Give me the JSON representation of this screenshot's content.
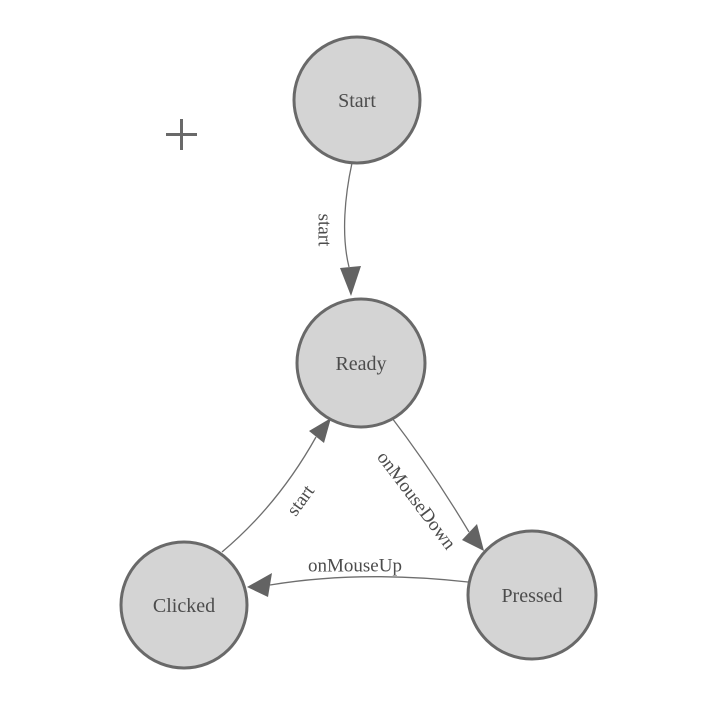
{
  "diagram": {
    "type": "state-machine",
    "colors": {
      "background": "#ffffff",
      "node_fill": "#d4d4d4",
      "node_stroke": "#696969",
      "edge_stroke": "#6e6e6e",
      "arrow_fill": "#636363",
      "label_color": "#4c4c4c"
    },
    "nodes": [
      {
        "label": "Start"
      },
      {
        "label": "Ready"
      },
      {
        "label": "Clicked"
      },
      {
        "label": "Pressed"
      }
    ],
    "edges": [
      {
        "from": "Start",
        "to": "Ready",
        "label": "start"
      },
      {
        "from": "Ready",
        "to": "Pressed",
        "label": "onMouseDown"
      },
      {
        "from": "Pressed",
        "to": "Clicked",
        "label": "onMouseUp"
      },
      {
        "from": "Clicked",
        "to": "Ready",
        "label": "start"
      }
    ],
    "cursor": {
      "icon": "plus-crosshair"
    }
  }
}
